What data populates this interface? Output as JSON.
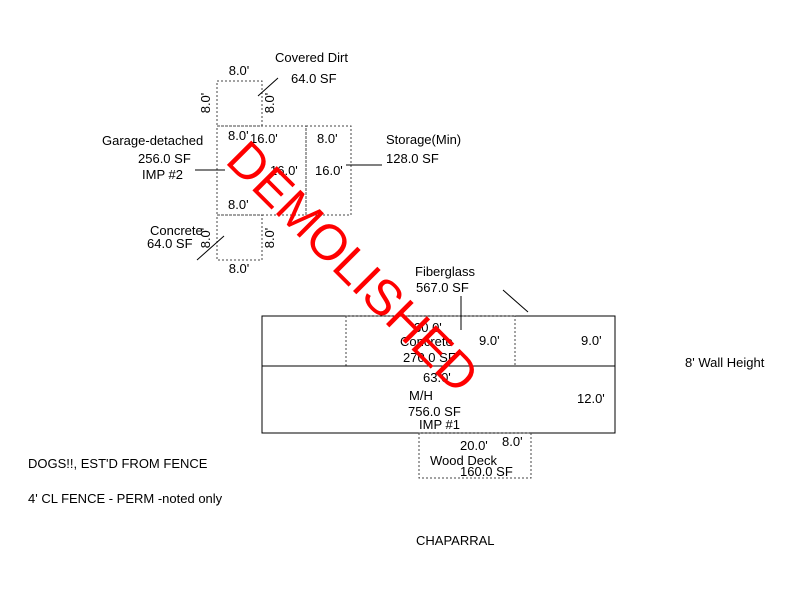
{
  "areas": {
    "covered_dirt": {
      "name": "Covered Dirt",
      "sf": "64.0 SF",
      "dim_top": "8.0'",
      "dim_left": "8.0'",
      "dim_right": "8.0'"
    },
    "garage": {
      "name": "Garage-detached",
      "sf": "256.0 SF",
      "imp": "IMP #2",
      "dim_top": "8.0'",
      "dim_side": "16.0'",
      "dim_inner": "16.0'",
      "dim_bottom": "8.0'"
    },
    "storage": {
      "name": "Storage(Min)",
      "sf": "128.0 SF",
      "dim_top": "8.0'",
      "dim_side": "16.0'"
    },
    "concrete_small": {
      "name": "Concrete",
      "sf": "64.0 SF",
      "dim_left": "8.0'",
      "dim_right": "8.0'",
      "dim_bottom": "8.0'"
    },
    "fiberglass": {
      "name": "Fiberglass",
      "sf": "567.0 SF",
      "dim_right": "9.0'"
    },
    "concrete_patio": {
      "name": "Concrete",
      "sf": "270.0 SF",
      "dim_top": "30.0'",
      "dim_side": "9.0'"
    },
    "mh": {
      "name": "M/H",
      "sf": "756.0 SF",
      "imp": "IMP #1",
      "dim_top": "63.0'",
      "dim_side": "12.0'"
    },
    "wood_deck": {
      "name": "Wood Deck",
      "sf": "160.0 SF",
      "dim_top": "20.0'",
      "dim_side": "8.0'"
    }
  },
  "notes": {
    "wall_height": "8' Wall Height",
    "dogs": "DOGS!!, EST'D FROM FENCE",
    "fence": "4' CL FENCE - PERM -noted only",
    "street": "CHAPARRAL"
  },
  "stamp": {
    "text": "DEMOLISHED",
    "color": "#ff0000"
  }
}
